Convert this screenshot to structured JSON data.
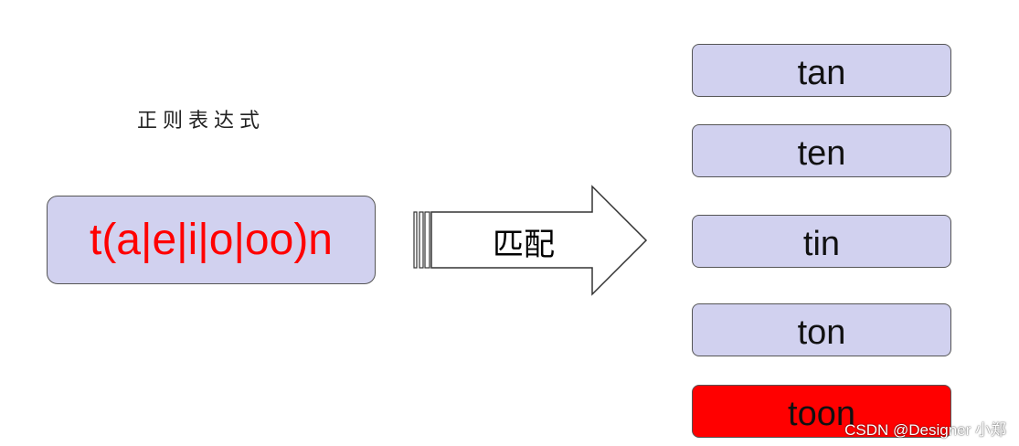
{
  "caption": "正则表达式",
  "regex": "t(a|e|i|o|oo)n",
  "arrow_label": "匹配",
  "words": [
    {
      "text": "tan",
      "matched": true
    },
    {
      "text": "ten",
      "matched": true
    },
    {
      "text": "tin",
      "matched": true
    },
    {
      "text": "ton",
      "matched": true
    },
    {
      "text": "toon",
      "matched": false
    }
  ],
  "watermark": "CSDN @Designer 小郑",
  "colors": {
    "box_fill": "#d1d1ef",
    "regex_text": "#ff0000",
    "nomatch_fill": "#ff0000",
    "border": "#555555"
  }
}
